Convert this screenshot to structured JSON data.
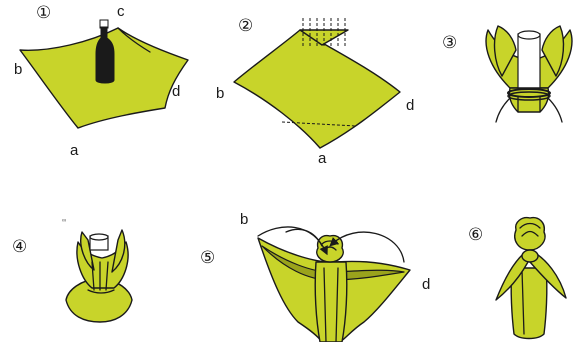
{
  "steps": [
    {
      "number": "①",
      "corners": {
        "a": "a",
        "b": "b",
        "c": "c",
        "d": "d"
      }
    },
    {
      "number": "②",
      "corners": {
        "a": "a",
        "b": "b",
        "d": "d"
      }
    },
    {
      "number": "③"
    },
    {
      "number": "④",
      "mark": "∞"
    },
    {
      "number": "⑤",
      "corners": {
        "b": "b",
        "d": "d"
      }
    },
    {
      "number": "⑥"
    }
  ],
  "colors": {
    "cloth": "#c8d42a",
    "cloth_shadow": "#9aa31c",
    "outline": "#1a1a1a",
    "bottle": "#1a1a1a"
  },
  "icons": {
    "bottle": "wine-bottle-icon",
    "cloth": "furoshiki-cloth-icon",
    "arrow": "curved-arrow-icon"
  }
}
